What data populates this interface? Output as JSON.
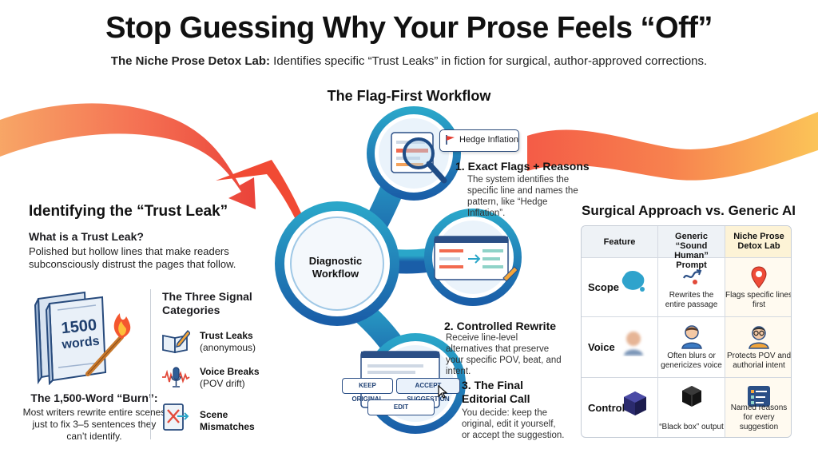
{
  "header": {
    "title": "Stop Guessing Why Your Prose Feels “Off”",
    "subtitle_bold": "The Niche Prose Detox Lab:",
    "subtitle_rest": " Identifies specific “Trust Leaks” in fiction for surgical, author-approved corrections."
  },
  "workflow": {
    "title": "The Flag-First Workflow",
    "center_label": "Diagnostic Workflow",
    "hedge_tag": "Hedge Inflation",
    "steps": [
      {
        "title": "1. Exact Flags + Reasons",
        "text": "The system identifies the specific line and names the pattern, like “Hedge Inflation”."
      },
      {
        "title": "2. Controlled Rewrite",
        "text": "Receive line-level alternatives that preserve your specific POV, beat, and intent."
      },
      {
        "title": "3. The Final Editorial Call",
        "text": "You decide: keep the original, edit it yourself, or accept the suggestion."
      }
    ],
    "buttons": {
      "keep": "KEEP ORIGINAL",
      "accept": "ACCEPT SUGGESTION",
      "edit": "EDIT"
    }
  },
  "left": {
    "heading": "Identifying the “Trust Leak”",
    "question": "What is a Trust Leak?",
    "definition": "Polished but hollow lines that make readers subconsciously distrust the pages that follow.",
    "book_number": "1500",
    "book_word": "words",
    "burn_title": "The 1,500-Word “Burn”:",
    "burn_text": "Most writers rewrite entire scenes just to fix 3–5 sentences they can’t identify.",
    "signals_title": "The Three Signal Categories",
    "signals": [
      {
        "name": "Trust Leaks",
        "note": "(anonymous)",
        "icon": "book-pencil-icon"
      },
      {
        "name": "Voice Breaks",
        "note": "(POV drift)",
        "icon": "microphone-icon"
      },
      {
        "name": "Scene Mismatches",
        "note": "",
        "icon": "mismatch-icon"
      }
    ]
  },
  "table": {
    "heading": "Surgical Approach vs. Generic AI",
    "headers": [
      "Feature",
      "Generic “Sound Human” Prompt",
      "Niche Prose Detox Lab"
    ],
    "rows": [
      {
        "feature": "Scope",
        "generic": "Rewrites the entire passage",
        "lab": "Flags specific lines first"
      },
      {
        "feature": "Voice",
        "generic": "Often blurs or genericizes voice",
        "lab": "Protects POV and authorial intent"
      },
      {
        "feature": "Control",
        "generic": "“Black box” output",
        "lab": "Named reasons for every suggestion"
      }
    ]
  },
  "colors": {
    "ribbon_start": "#f2503a",
    "ribbon_end": "#fbb24a",
    "flow_blue": "#1e6fb5",
    "flow_teal": "#2aa6c9"
  }
}
